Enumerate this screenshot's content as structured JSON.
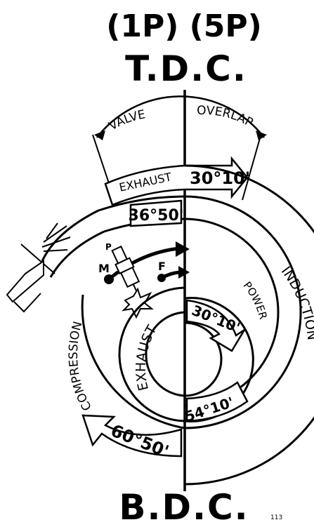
{
  "header": {
    "title": "(1P) (5P)",
    "tdc": "T.D.C."
  },
  "footer": {
    "bdc": "B.D.C.",
    "page_number": "113"
  },
  "diagram": {
    "valve_label": "VALVE",
    "overlap_label": "OVERLAP",
    "exhaust_outer_label": "EXHAUST",
    "exhaust_outer_angle": "30°10'",
    "spiral_top_angle": "36°50'",
    "marker_m": "M",
    "marker_f": "F",
    "marker_p": "P",
    "compression_label": "COMPRESSION",
    "power_label": "POWER",
    "induction_label": "INDUCTION",
    "exhaust_inner_label": "EXHAUST",
    "inner_angle_1": "30°10'",
    "inner_angle_2": "54°10'",
    "bottom_angle": "60°50'"
  },
  "colors": {
    "ink": "#000000",
    "paper": "#ffffff"
  }
}
